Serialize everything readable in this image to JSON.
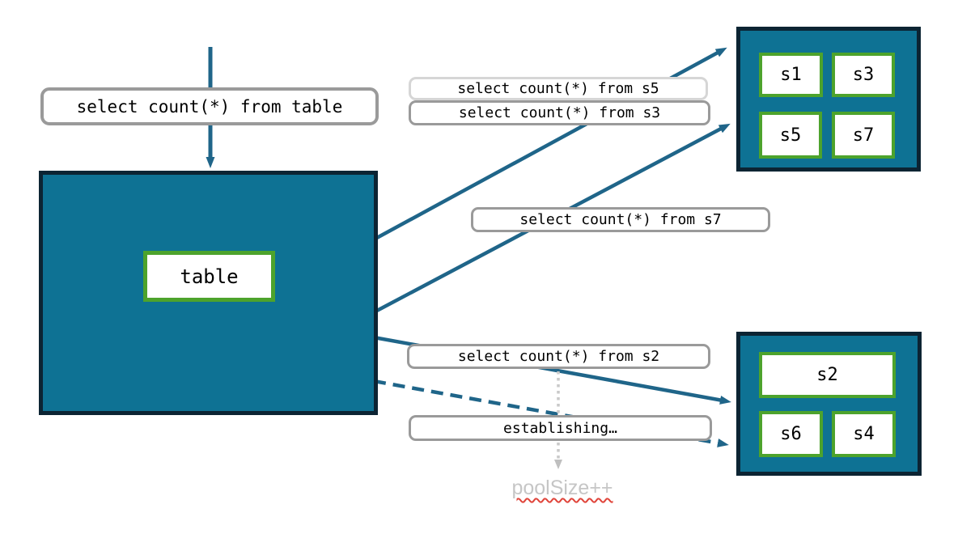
{
  "flow": {
    "query_table": "select count(*) from table",
    "query_s5": "select count(*) from s5",
    "query_s3": "select count(*) from s3",
    "query_s7": "select count(*) from s7",
    "query_s2": "select count(*) from s2",
    "establishing": "establishing…",
    "pool_size": "poolSize++"
  },
  "main_table": {
    "label": "table"
  },
  "shard_pool_top": {
    "shards": [
      "s1",
      "s3",
      "s5",
      "s7"
    ]
  },
  "shard_pool_bottom": {
    "shards": [
      "s2",
      "s6",
      "s4"
    ]
  },
  "colors": {
    "pool_fill": "#0e7294",
    "pool_border": "#0c2433",
    "shard_border": "#4da32c",
    "arrow_blue": "#1f6589",
    "label_border": "#9a9a9a",
    "label_border_faded": "#d6d6d6",
    "dotted_gray": "#c9c9c9",
    "pool_size_text": "#c6c6c6",
    "squiggle_red": "#e0443a"
  }
}
